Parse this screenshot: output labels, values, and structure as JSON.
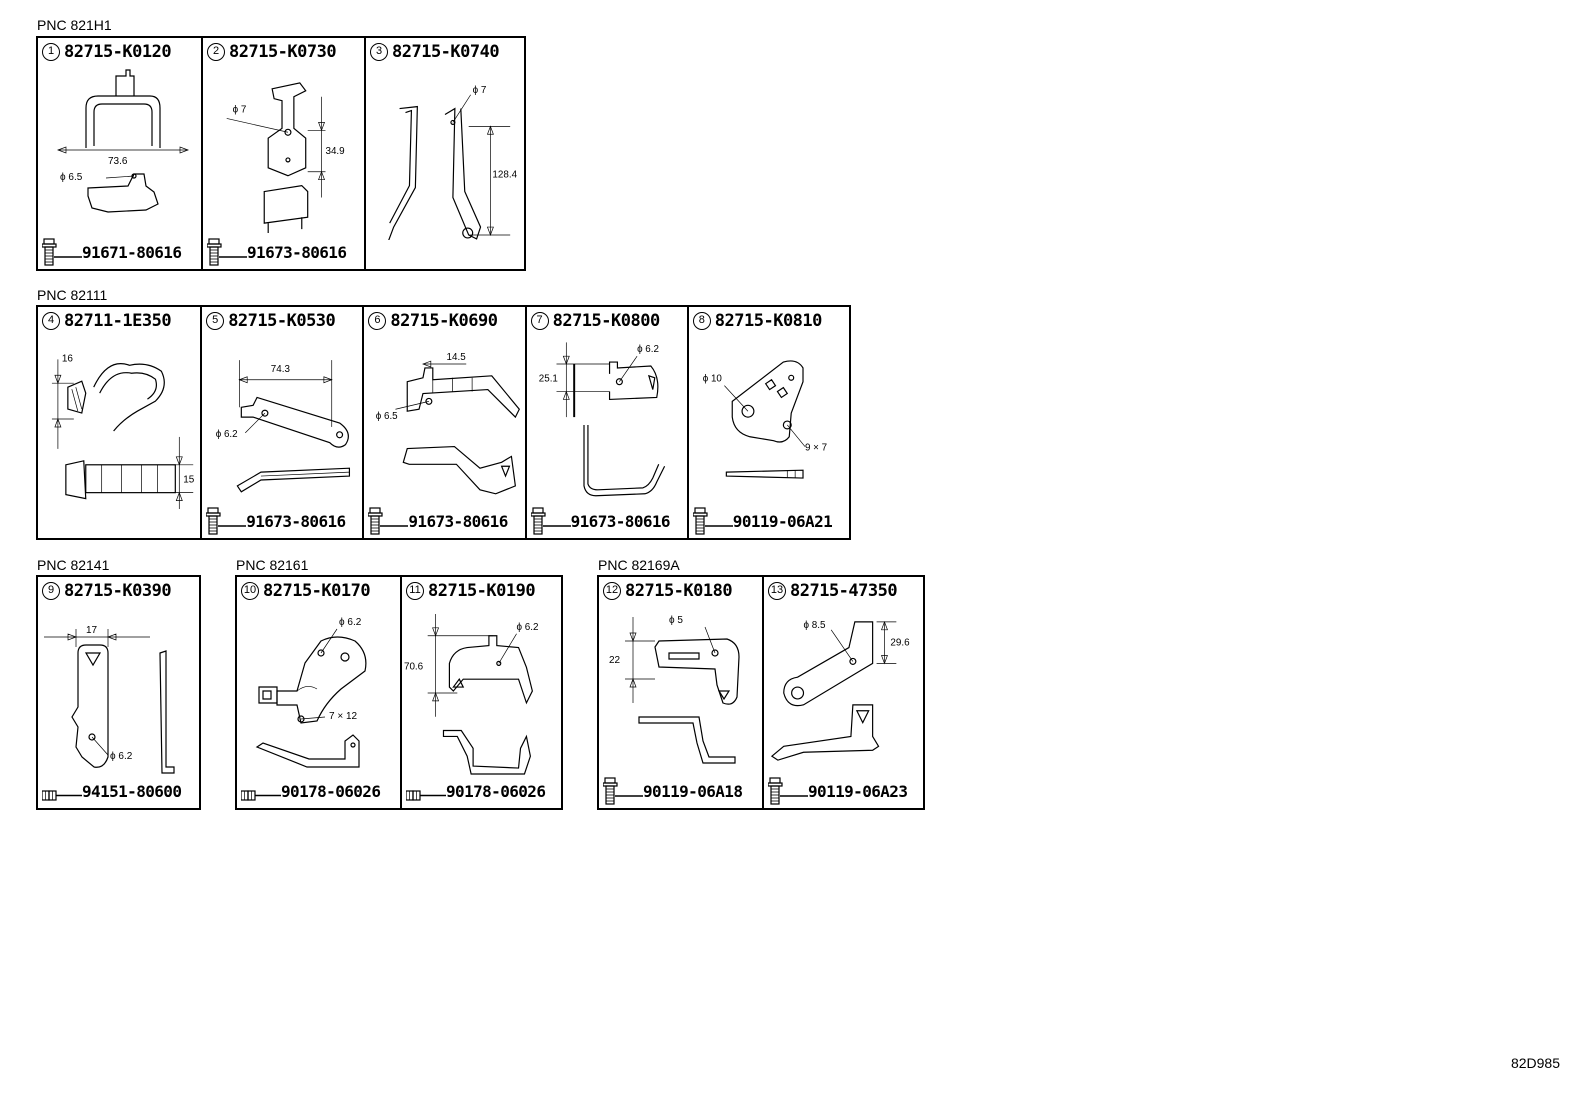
{
  "groups": [
    {
      "pnc": "PNC 821H1",
      "panels": [
        {
          "num": "1",
          "part": "82715-K0120",
          "fastener": "91671-80616",
          "fastener_type": "bolt-icon",
          "dims": [
            "73.6",
            "ϕ 6.5"
          ]
        },
        {
          "num": "2",
          "part": "82715-K0730",
          "fastener": "91673-80616",
          "fastener_type": "bolt-icon",
          "dims": [
            "ϕ 7",
            "34.9"
          ]
        },
        {
          "num": "3",
          "part": "82715-K0740",
          "fastener": "",
          "fastener_type": "",
          "dims": [
            "ϕ 7",
            "128.4"
          ]
        }
      ]
    },
    {
      "pnc": "PNC 82111",
      "panels": [
        {
          "num": "4",
          "part": "82711-1E350",
          "fastener": "",
          "fastener_type": "",
          "dims": [
            "16",
            "15"
          ]
        },
        {
          "num": "5",
          "part": "82715-K0530",
          "fastener": "91673-80616",
          "fastener_type": "bolt-icon",
          "dims": [
            "74.3",
            "ϕ 6.2"
          ]
        },
        {
          "num": "6",
          "part": "82715-K0690",
          "fastener": "91673-80616",
          "fastener_type": "bolt-icon",
          "dims": [
            "14.5",
            "ϕ 6.5"
          ]
        },
        {
          "num": "7",
          "part": "82715-K0800",
          "fastener": "91673-80616",
          "fastener_type": "bolt-icon",
          "dims": [
            "ϕ 6.2",
            "25.1"
          ]
        },
        {
          "num": "8",
          "part": "82715-K0810",
          "fastener": "90119-06A21",
          "fastener_type": "bolt-icon",
          "dims": [
            "ϕ 10",
            "9 × 7"
          ]
        }
      ]
    },
    {
      "pnc": "PNC 82141",
      "panels": [
        {
          "num": "9",
          "part": "82715-K0390",
          "fastener": "94151-80600",
          "fastener_type": "nut-icon",
          "dims": [
            "17",
            "ϕ 6.2"
          ]
        }
      ]
    },
    {
      "pnc": "PNC 82161",
      "panels": [
        {
          "num": "10",
          "part": "82715-K0170",
          "fastener": "90178-06026",
          "fastener_type": "nut-icon",
          "dims": [
            "ϕ 6.2",
            "7 × 12"
          ]
        },
        {
          "num": "11",
          "part": "82715-K0190",
          "fastener": "90178-06026",
          "fastener_type": "nut-icon",
          "dims": [
            "ϕ 6.2",
            "70.6"
          ]
        }
      ]
    },
    {
      "pnc": "PNC 82169A",
      "panels": [
        {
          "num": "12",
          "part": "82715-K0180",
          "fastener": "90119-06A18",
          "fastener_type": "bolt-icon",
          "dims": [
            "ϕ 5",
            "22"
          ]
        },
        {
          "num": "13",
          "part": "82715-47350",
          "fastener": "90119-06A23",
          "fastener_type": "bolt-icon",
          "dims": [
            "ϕ 8.5",
            "29.6"
          ]
        }
      ]
    }
  ],
  "footer": "82D985"
}
